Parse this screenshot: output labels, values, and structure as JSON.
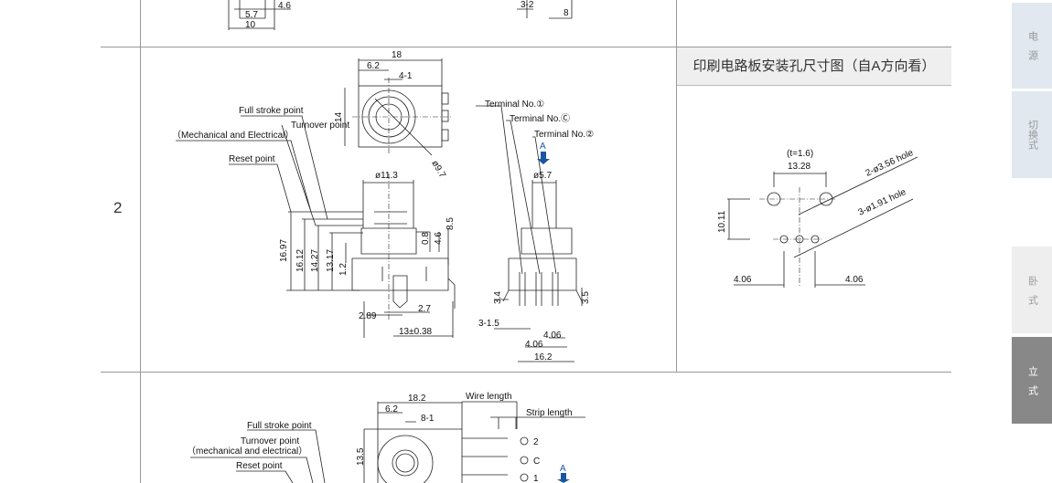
{
  "row": {
    "number": "2"
  },
  "pcb_header": "印刷电路板安装孔尺寸图（自A方向看）",
  "sidebar": {
    "items": [
      {
        "label": "电源",
        "chars": [
          "电",
          "源"
        ]
      },
      {
        "label": "切换式",
        "chars": [
          "切",
          "换",
          "式"
        ]
      },
      {
        "label": "卧式",
        "chars": [
          "卧",
          "式"
        ]
      },
      {
        "label": "立式",
        "chars": [
          "立",
          "式"
        ],
        "active": true
      }
    ]
  },
  "top_fragment": {
    "dims": [
      "4.6",
      "5.7",
      "10",
      "3-2",
      "8"
    ]
  },
  "drawing_main": {
    "labels": {
      "full_stroke": "Full stroke point",
      "turnover": "Turnover point",
      "mech_elec": "（Mechanical and Electrical）",
      "reset": "Reset point",
      "terminal1": "Terminal No.①",
      "terminalc": "Terminal No.Ⓒ",
      "terminal2": "Terminal No.②",
      "arrow_a": "A"
    },
    "dims": {
      "d18": "18",
      "d6_2": "6.2",
      "d4_1": "4-1",
      "d14": "14",
      "d9_7": "ø9.7",
      "d11_3": "ø11.3",
      "d5_7": "ø5.7",
      "d16_97": "16.97",
      "d16_12": "16.12",
      "d14_27": "14.27",
      "d13_17": "13.17",
      "d1_2": "1.2",
      "d0_8": "0.8",
      "d4_6": "4.6",
      "d8_5": "8.5",
      "d2_7": "2.7",
      "d2_89": "2.89",
      "d13": "13±0.38",
      "d3_4": "3.4",
      "d3_5": "3.5",
      "d3_1_5": "3-1.5",
      "d4_06a": "4.06",
      "d4_06b": "4.06",
      "d16_2": "16.2"
    }
  },
  "pcb_drawing": {
    "t": "(t=1.6)",
    "d13_28": "13.28",
    "hole2": "2-ø3.56 hole",
    "hole3": "3-ø1.91 hole",
    "d10_11": "10.11",
    "d4_06l": "4.06",
    "d4_06r": "4.06"
  },
  "drawing_bottom": {
    "labels": {
      "full_stroke": "Full stroke point",
      "turnover": "Turnover point",
      "mech_elec": "（mechanical and electrical）",
      "reset": "Reset point",
      "wire": "Wire length",
      "strip": "Strip length",
      "t2": "2",
      "tc": "C",
      "t1": "1",
      "arrow_a": "A"
    },
    "dims": {
      "d18_2": "18.2",
      "d6_2": "6.2",
      "d8_1": "8-1",
      "d13_5": "13.5"
    }
  },
  "colors": {
    "accent": "#1a56a0",
    "sidebar_light": "#e1e8f0",
    "sidebar_gray": "#eeeeee",
    "sidebar_active": "#888888"
  }
}
